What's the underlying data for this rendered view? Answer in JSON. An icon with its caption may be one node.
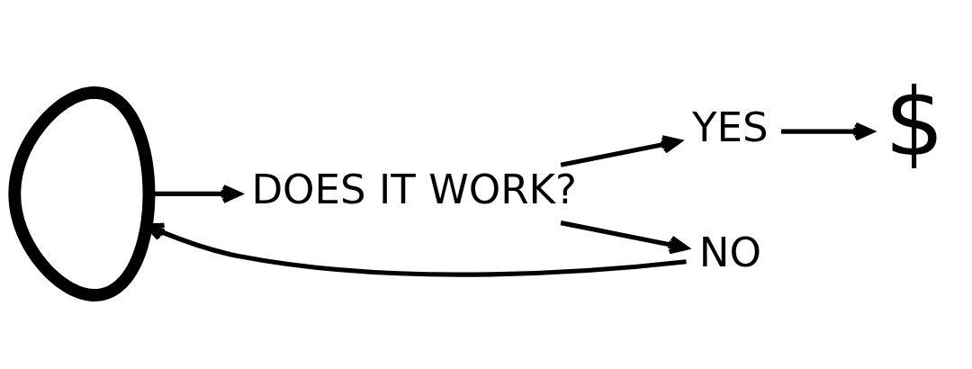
{
  "diagram": {
    "nodes": [
      {
        "text": [],
        "shape": "bulb"
      },
      {
        "text": [
          "DOES IT WORK?"
        ]
      },
      {
        "text": [
          "YES"
        ]
      },
      {
        "text": [
          "NO"
        ]
      },
      {
        "text": [
          "$"
        ]
      }
    ],
    "edges": [
      {
        "from": 0,
        "to": 1,
        "arrow": "to"
      },
      {
        "from": 1,
        "to": 2,
        "arrow": "to"
      },
      {
        "from": 1,
        "to": 3,
        "arrow": "to"
      },
      {
        "from": 2,
        "to": 4,
        "arrow": "to"
      },
      {
        "from": 3,
        "to": 0,
        "arrow": "to"
      }
    ]
  }
}
